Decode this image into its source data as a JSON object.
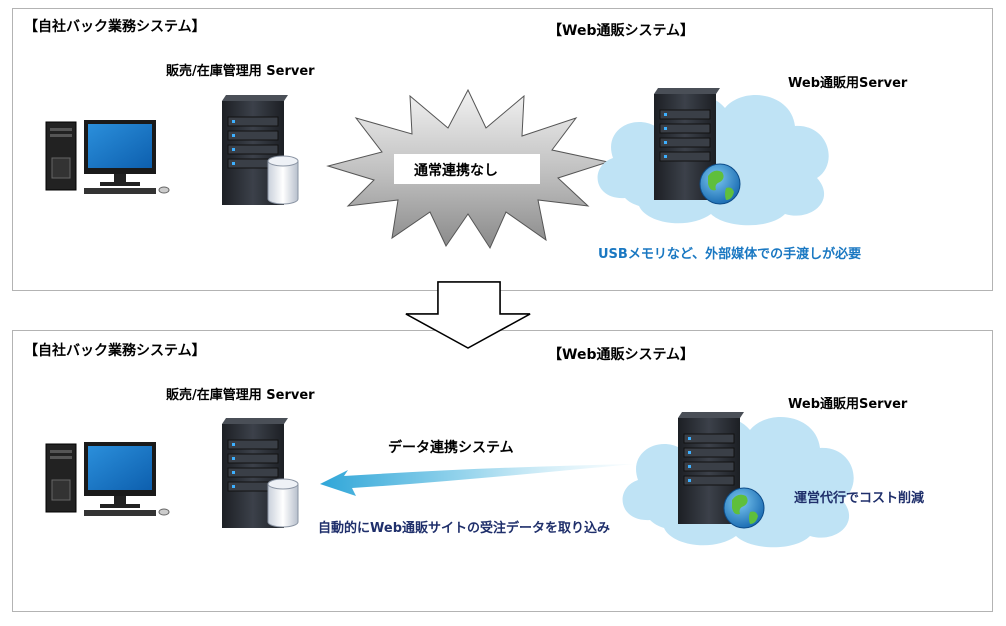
{
  "top": {
    "section_left": "【自社バック業務システム】",
    "section_right": "【Web通販システム】",
    "server_left_label": "販売/在庫管理用 Server",
    "server_right_label": "Web通販用Server",
    "burst_label": "通常連携なし",
    "note": "USBメモリなど、外部媒体での手渡しが必要"
  },
  "bottom": {
    "section_left": "【自社バック業務システム】",
    "section_right": "【Web通販システム】",
    "server_left_label": "販売/在庫管理用 Server",
    "server_right_label": "Web通販用Server",
    "arrow_title": "データ連携システム",
    "arrow_caption": "自動的にWeb通販サイトの受注データを取り込み",
    "cloud_note": "運営代行でコスト削減"
  },
  "colors": {
    "note_blue": "#1a78c2",
    "caption_navy": "#1f2f6b",
    "cloud": "#bfe3f5",
    "server_body": "#2b2f36"
  }
}
